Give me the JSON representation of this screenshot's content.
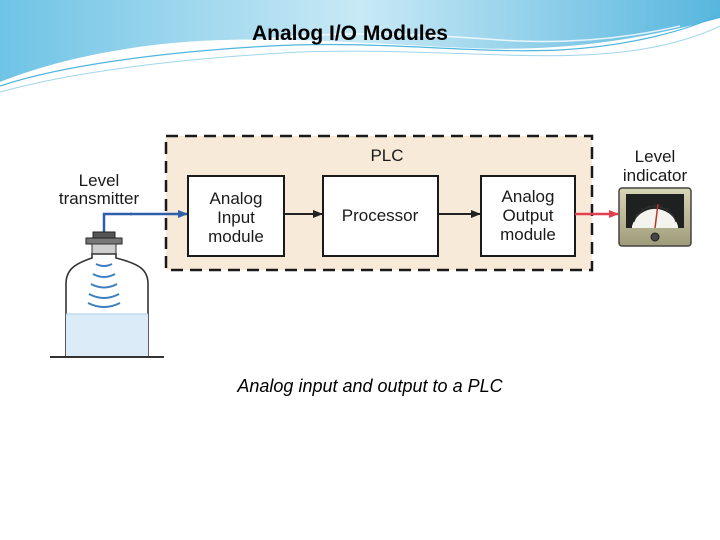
{
  "slide": {
    "title": "Analog I/O Modules",
    "caption": "Analog input and output to a PLC"
  },
  "diagram": {
    "plc_label": "PLC",
    "modules": {
      "input": [
        "Analog",
        "Input",
        "module"
      ],
      "processor": "Processor",
      "output": [
        "Analog",
        "Output",
        "module"
      ]
    },
    "transmitter_label": [
      "Level",
      "transmitter"
    ],
    "indicator_label": [
      "Level",
      "indicator"
    ]
  },
  "colors": {
    "plc_fill": "#f8ead8",
    "input_signal_arrow": "#2f5fa8",
    "output_signal_arrow": "#e0404f",
    "tank_liquid": "#dbecf8",
    "header_swoosh": "#6fc4e6"
  }
}
